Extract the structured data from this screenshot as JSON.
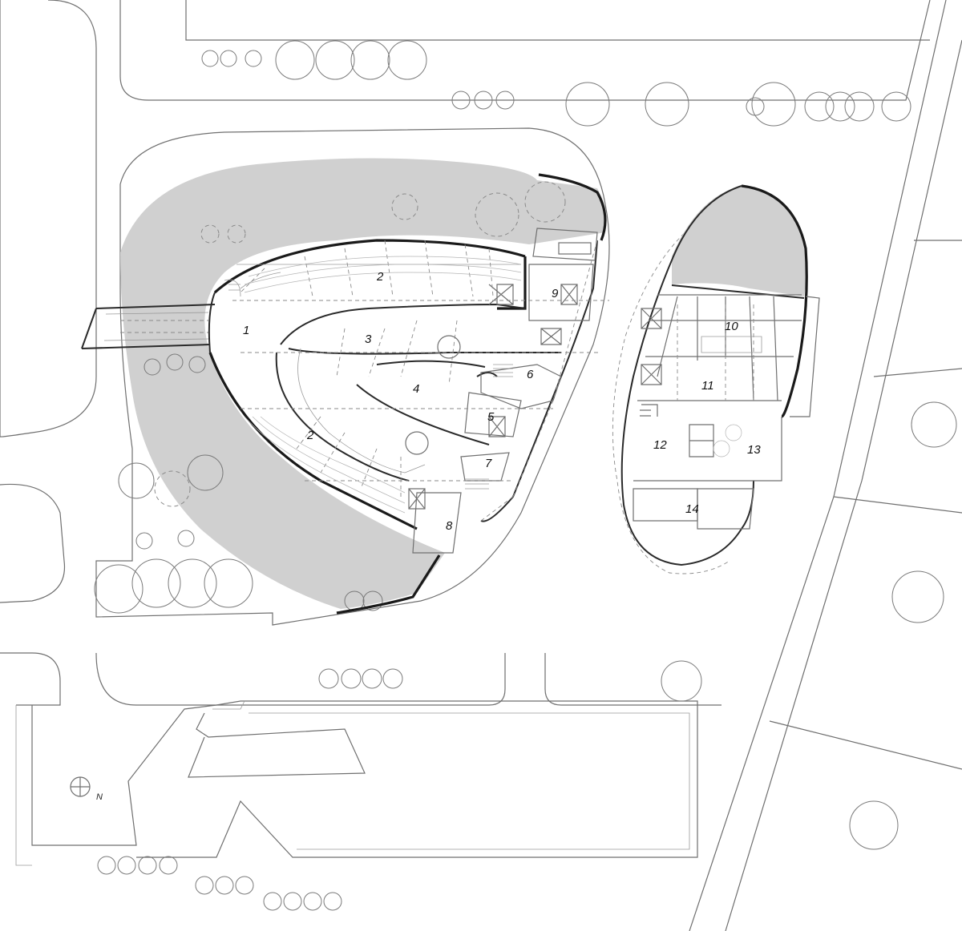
{
  "rooms": [
    {
      "id": "1",
      "label": "1"
    },
    {
      "id": "2a",
      "label": "2"
    },
    {
      "id": "2b",
      "label": "2"
    },
    {
      "id": "3",
      "label": "3"
    },
    {
      "id": "4",
      "label": "4"
    },
    {
      "id": "5",
      "label": "5"
    },
    {
      "id": "6",
      "label": "6"
    },
    {
      "id": "7",
      "label": "7"
    },
    {
      "id": "8",
      "label": "8"
    },
    {
      "id": "9",
      "label": "9"
    },
    {
      "id": "10",
      "label": "10"
    },
    {
      "id": "11",
      "label": "11"
    },
    {
      "id": "12",
      "label": "12"
    },
    {
      "id": "13",
      "label": "13"
    },
    {
      "id": "14",
      "label": "14"
    }
  ],
  "north_label": "N",
  "colors": {
    "landscape_fill": "#d0d0d0",
    "wall": "#1a1a1a",
    "linework": "#6f6f6f"
  }
}
